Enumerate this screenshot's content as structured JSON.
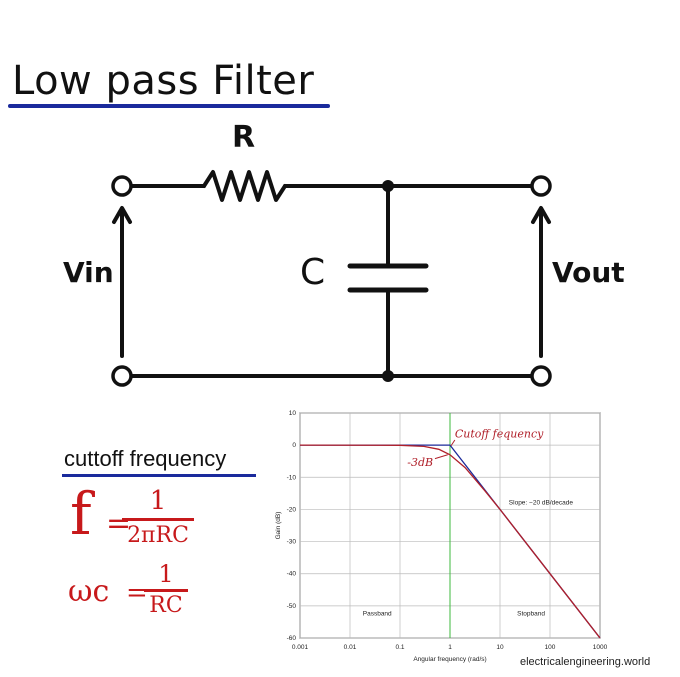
{
  "title": "Low pass Filter",
  "circuit": {
    "resistor_label": "R",
    "capacitor_label": "C",
    "input_label": "Vin",
    "output_label": "Vout"
  },
  "cutoff": {
    "heading": "cuttoff frequency",
    "f_symbol": "f",
    "equals": "=",
    "f_numerator": "1",
    "f_denominator": "2πRC",
    "w_symbol": "ωc",
    "w_numerator": "1",
    "w_denominator": "RC"
  },
  "chart_data": {
    "type": "line",
    "x_scale": "log",
    "xlim": [
      0.001,
      1000
    ],
    "ylim": [
      -60,
      10
    ],
    "x_ticks": [
      "0.001",
      "0.01",
      "0.1",
      "1",
      "10",
      "100",
      "1000"
    ],
    "y_ticks": [
      "10",
      "0",
      "-10",
      "-20",
      "-30",
      "-40",
      "-50",
      "-60"
    ],
    "xlabel": "Angular frequency (rad/s)",
    "ylabel": "Gain (dB)",
    "grid": true,
    "cutoff_x": 1,
    "series": [
      {
        "color": "#1c2a9a",
        "x": [
          0.001,
          0.5,
          1,
          10,
          100,
          1000
        ],
        "y": [
          0,
          0,
          0,
          -20,
          -40,
          -60
        ]
      },
      {
        "color": "#b0202a",
        "x": [
          0.001,
          0.1,
          0.3,
          0.6,
          1,
          2,
          5,
          10,
          100,
          1000
        ],
        "y": [
          0,
          -0.04,
          -0.4,
          -1.3,
          -3,
          -7,
          -14.2,
          -20,
          -40,
          -60
        ]
      }
    ],
    "annotations": {
      "cutoff": "Cutoff fequency",
      "minus3db": "-3dB",
      "slope": "Slope: −20 dB/decade",
      "passband": "Passband",
      "stopband": "Stopband"
    }
  },
  "credit": "electricalengineering.world"
}
